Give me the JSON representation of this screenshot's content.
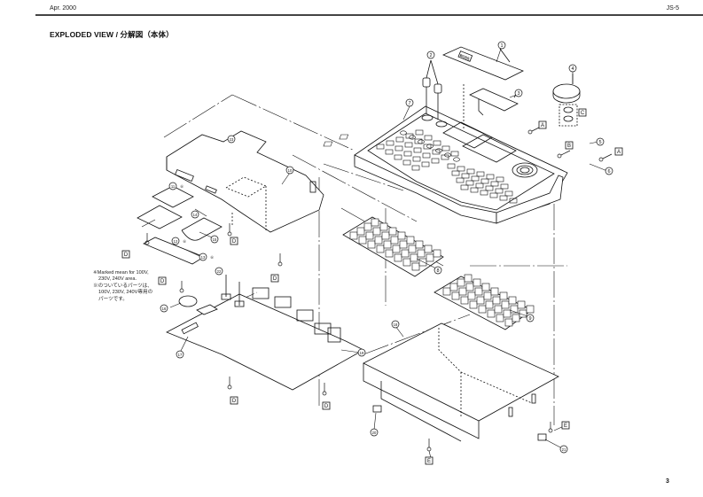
{
  "header": {
    "date": "Apr. 2000",
    "model": "JS-5"
  },
  "title": "EXPLODED VIEW / 分解図（本体）",
  "note": {
    "line1": "※Marked mean for 100V,",
    "line2": "230V, 240V area.",
    "line3": "※のついているパーツは、",
    "line4": "100V, 230V, 240V専用の",
    "line5": "パーツです。"
  },
  "page_number": "3",
  "callouts": {
    "c1": "1",
    "c2": "2",
    "c3": "3",
    "c4": "4",
    "c5": "5",
    "c6": "6",
    "c7": "7",
    "c8": "8",
    "c9": "9",
    "c10": "10",
    "c11": "11",
    "c12": "12",
    "c13": "13",
    "c14": "14",
    "c15": "15",
    "c16": "16",
    "c17": "17",
    "c18": "18",
    "c19": "19",
    "c20": "20",
    "c21": "21",
    "c22": "22",
    "c23": "23"
  },
  "screw_refs": {
    "A": "A",
    "B": "B",
    "C": "C",
    "D": "D",
    "E": "E"
  },
  "asterisk": "※",
  "brand_mark": "BOSS"
}
